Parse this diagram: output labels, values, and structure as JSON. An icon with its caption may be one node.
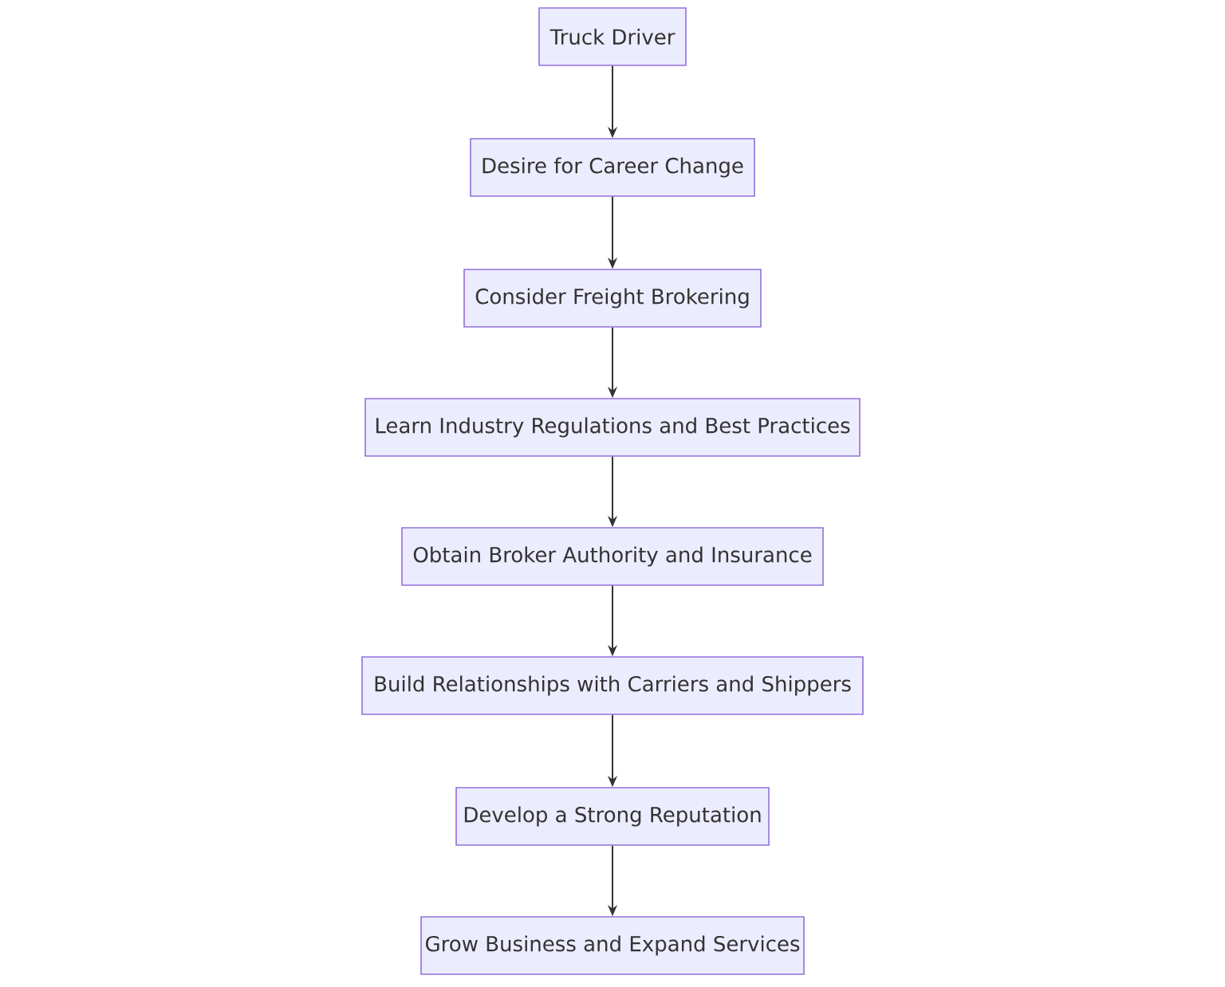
{
  "diagram": {
    "nodes": [
      {
        "text": [
          "Truck Driver"
        ]
      },
      {
        "text": [
          "Desire for Career Change"
        ]
      },
      {
        "text": [
          "Consider Freight Brokering"
        ]
      },
      {
        "text": [
          "Learn Industry Regulations and Best Practices"
        ]
      },
      {
        "text": [
          "Obtain Broker Authority and Insurance"
        ]
      },
      {
        "text": [
          "Build Relationships with Carriers and Shippers"
        ]
      },
      {
        "text": [
          "Develop a Strong Reputation"
        ]
      },
      {
        "text": [
          "Grow Business and Expand Services"
        ]
      }
    ],
    "edges": [
      {
        "from": 0,
        "to": 1,
        "arrow": "to"
      },
      {
        "from": 1,
        "to": 2,
        "arrow": "to"
      },
      {
        "from": 2,
        "to": 3,
        "arrow": "to"
      },
      {
        "from": 3,
        "to": 4,
        "arrow": "to"
      },
      {
        "from": 4,
        "to": 5,
        "arrow": "to"
      },
      {
        "from": 5,
        "to": 6,
        "arrow": "to"
      },
      {
        "from": 6,
        "to": 7,
        "arrow": "to"
      }
    ]
  }
}
